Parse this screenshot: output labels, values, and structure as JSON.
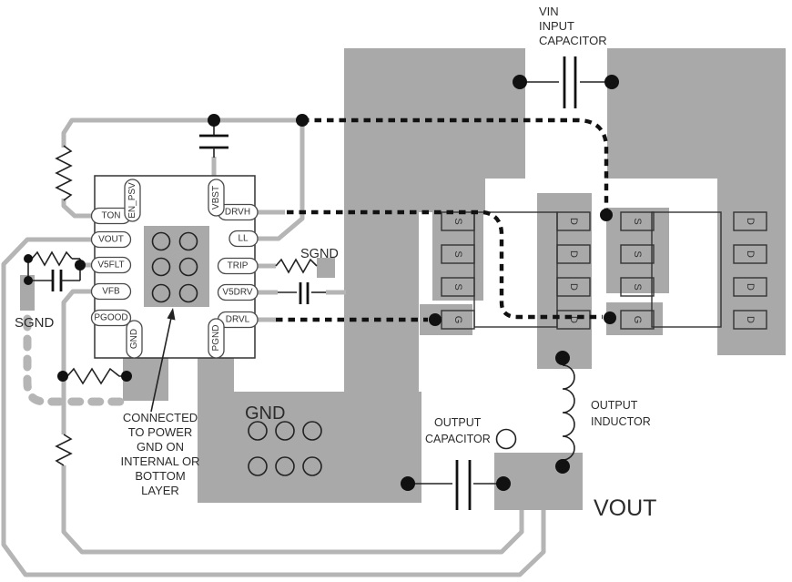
{
  "ic": {
    "pins_left": [
      "TON",
      "VOUT",
      "V5FLT",
      "VFB",
      "PGOOD"
    ],
    "pins_right": [
      "DRVH",
      "LL",
      "TRIP",
      "V5DRV",
      "DRVL"
    ],
    "pins_top": [
      "EN_PSV",
      "VBST"
    ],
    "pins_bottom": [
      "GND",
      "PGND"
    ]
  },
  "labels": {
    "vin_cap_line1": "VIN",
    "vin_cap_line2": "INPUT",
    "vin_cap_line3": "CAPACITOR",
    "sgnd_left": "SGND",
    "sgnd_trip": "SGND",
    "gnd_plane": "GND",
    "note_line1": "CONNECTED",
    "note_line2": "TO POWER",
    "note_line3": "GND ON",
    "note_line4": "INTERNAL OR",
    "note_line5": "BOTTOM",
    "note_line6": "LAYER",
    "out_cap_line1": "OUTPUT",
    "out_cap_line2": "CAPACITOR",
    "out_ind_line1": "OUTPUT",
    "out_ind_line2": "INDUCTOR",
    "vout": "VOUT"
  },
  "mosfets": {
    "low_side": {
      "left_pads": [
        "S",
        "S",
        "S",
        "G"
      ],
      "right_pads": [
        "D",
        "D",
        "D",
        "D"
      ]
    },
    "high_side": {
      "left_pads": [
        "S",
        "S",
        "S",
        "G"
      ],
      "right_pads": [
        "D",
        "D",
        "D",
        "D"
      ]
    }
  },
  "colors": {
    "plane": "#a9a9a9",
    "trace": "#b5b5b5",
    "dotted": "#111111",
    "text": "#2b2b2b"
  }
}
